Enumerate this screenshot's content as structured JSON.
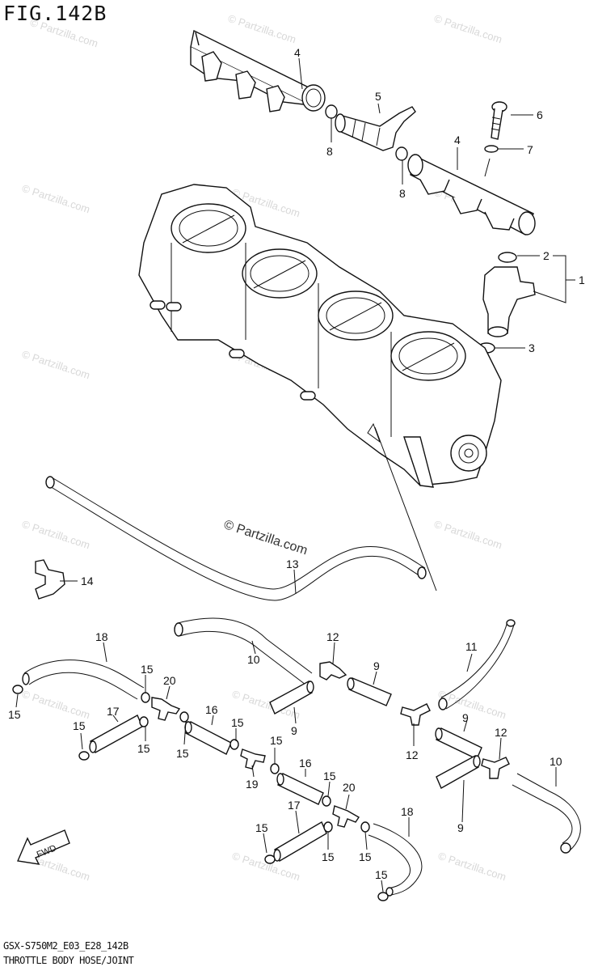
{
  "figure": {
    "title": "FIG.142B",
    "code": "GSX-S750M2_E03_E28_142B",
    "name": "THROTTLE BODY HOSE/JOINT",
    "watermark": "© Partzilla.com",
    "center_watermark": "© Partzilla.com",
    "fwd_label": "FWD"
  },
  "callouts": [
    {
      "id": "c4a",
      "text": "4"
    },
    {
      "id": "c5",
      "text": "5"
    },
    {
      "id": "c6",
      "text": "6"
    },
    {
      "id": "c7",
      "text": "7"
    },
    {
      "id": "c8a",
      "text": "8"
    },
    {
      "id": "c8b",
      "text": "8"
    },
    {
      "id": "c4b",
      "text": "4"
    },
    {
      "id": "c2",
      "text": "2"
    },
    {
      "id": "c1",
      "text": "1"
    },
    {
      "id": "c3",
      "text": "3"
    },
    {
      "id": "c13",
      "text": "13"
    },
    {
      "id": "c14",
      "text": "14"
    },
    {
      "id": "c18a",
      "text": "18"
    },
    {
      "id": "c10a",
      "text": "10"
    },
    {
      "id": "c12a",
      "text": "12"
    },
    {
      "id": "c11",
      "text": "11"
    },
    {
      "id": "c9a",
      "text": "9"
    },
    {
      "id": "c15a",
      "text": "15"
    },
    {
      "id": "c20a",
      "text": "20"
    },
    {
      "id": "c15b",
      "text": "15"
    },
    {
      "id": "c17a",
      "text": "17"
    },
    {
      "id": "c16a",
      "text": "16"
    },
    {
      "id": "c15c",
      "text": "15"
    },
    {
      "id": "c9b",
      "text": "9"
    },
    {
      "id": "c12b",
      "text": "12"
    },
    {
      "id": "c9c",
      "text": "9"
    },
    {
      "id": "c12c",
      "text": "12"
    },
    {
      "id": "c15d",
      "text": "15"
    },
    {
      "id": "c15e",
      "text": "15"
    },
    {
      "id": "c15f",
      "text": "15"
    },
    {
      "id": "c15g",
      "text": "15"
    },
    {
      "id": "c19",
      "text": "19"
    },
    {
      "id": "c16b",
      "text": "16"
    },
    {
      "id": "c15h",
      "text": "15"
    },
    {
      "id": "c20b",
      "text": "20"
    },
    {
      "id": "c10b",
      "text": "10"
    },
    {
      "id": "c17b",
      "text": "17"
    },
    {
      "id": "c18b",
      "text": "18"
    },
    {
      "id": "c9d",
      "text": "9"
    },
    {
      "id": "c15i",
      "text": "15"
    },
    {
      "id": "c15j",
      "text": "15"
    },
    {
      "id": "c15k",
      "text": "15"
    },
    {
      "id": "c15l",
      "text": "15"
    }
  ]
}
